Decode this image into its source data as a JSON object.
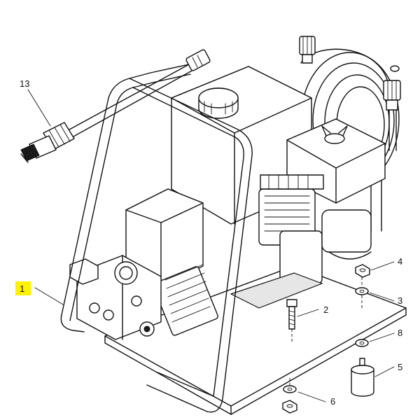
{
  "callouts": {
    "c1": "1",
    "c2": "2",
    "c3": "3",
    "c4": "4",
    "c5": "5",
    "c6": "6",
    "c8": "8",
    "c13": "13"
  },
  "colors": {
    "highlight": "#fff200",
    "ink": "#111111",
    "background": "#ffffff"
  }
}
